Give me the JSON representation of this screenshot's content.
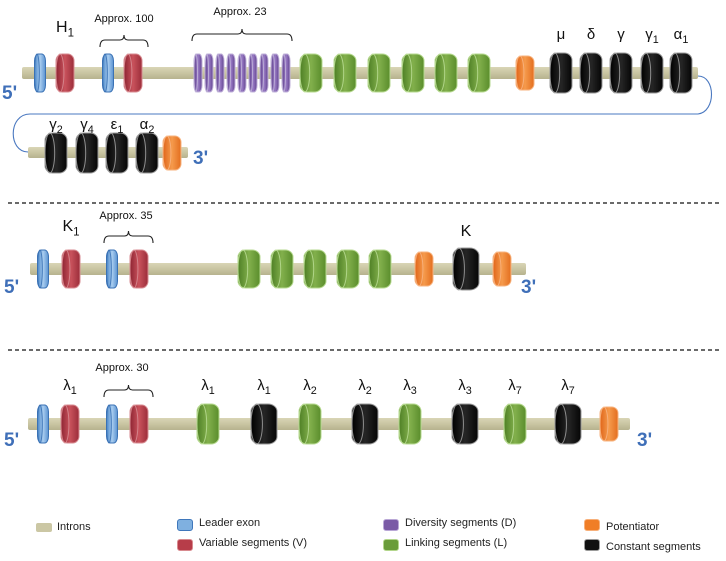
{
  "heavy": {
    "strand5": "5'",
    "strand3": "3'",
    "h_label": "H1",
    "approx_v": "Approx. 100",
    "approx_d": "Approx. 23",
    "constant_labels": [
      "μ",
      "δ",
      "γ",
      "γ1",
      "α1"
    ],
    "constant_labels_row2": [
      "γ2",
      "γ4",
      "ε1",
      "α2"
    ]
  },
  "kappa": {
    "strand5": "5'",
    "strand3": "3'",
    "v_label": "K1",
    "approx_v": "Approx. 35",
    "constant_label": "K"
  },
  "lambda": {
    "strand5": "5'",
    "strand3": "3'",
    "v_label": "λ1",
    "approx_v": "Approx. 30",
    "pair_labels": [
      "λ1",
      "λ1",
      "λ2",
      "λ2",
      "λ3",
      "λ3",
      "λ7",
      "λ7"
    ]
  },
  "legend": {
    "introns": "Introns",
    "leader": "Leader exon",
    "variable": "Variable segments (V)",
    "diversity": "Diversity segments (D)",
    "linking": "Linking segments (L)",
    "potentiator": "Potentiator",
    "constant": "Constant segments"
  },
  "colors": {
    "intron": "#cbc7a4",
    "leader": "#7fb0e0",
    "variable": "#b73d49",
    "diversity": "#7a5aa6",
    "linking": "#6a9c3a",
    "potentiator": "#f07e27",
    "constant": "#111111",
    "strand": "#4a78c0"
  }
}
